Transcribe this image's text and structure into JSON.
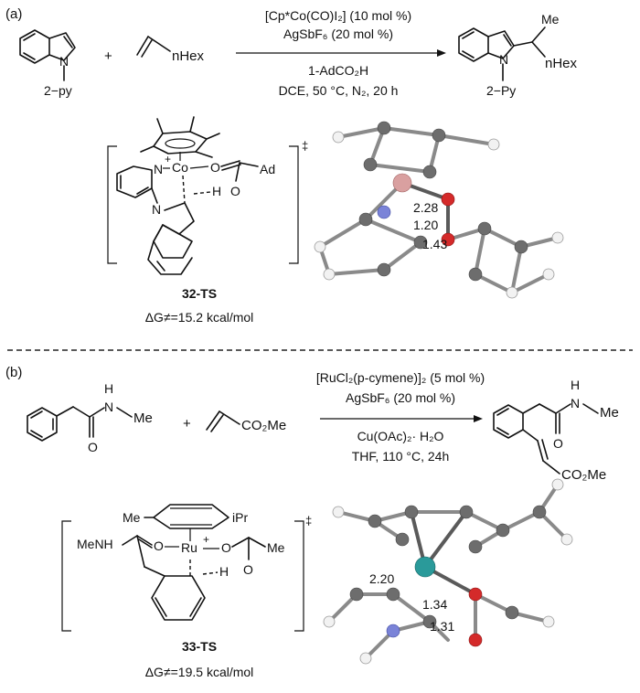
{
  "panel_a": {
    "label": "(a)",
    "reactant1_sub": "2−py",
    "reactant1_N": "N",
    "plus": "+",
    "reactant2_group": "nHex",
    "conditions_top": [
      "[Cp*Co(CO)I₂] (10 mol %)",
      "AgSbF₆ (20 mol %)"
    ],
    "conditions_bottom": [
      "1-AdCO₂H",
      "DCE, 50 °C, N₂, 20 h"
    ],
    "product_me": "Me",
    "product_hex": "nHex",
    "product_sub": "2−Py",
    "product_N": "N",
    "ts_name": "32-TS",
    "ts_dg": "ΔG≠=15.2  kcal/mol",
    "ts_atoms": {
      "N": "N",
      "Co": "Co",
      "O": "O",
      "Ad": "Ad",
      "H": "H",
      "charge": "+",
      "dagger": "‡",
      "N2": "N"
    },
    "distances": [
      "2.28",
      "1.20",
      "1.43"
    ]
  },
  "panel_b": {
    "label": "(b)",
    "amide_H": "H",
    "amide_N": "N",
    "amide_Me": "Me",
    "amide_O": "O",
    "plus": "+",
    "acrylate_group": "CO₂Me",
    "conditions_top": [
      "[RuCl₂(p-cymene)]₂ (5 mol %)",
      "AgSbF₆ (20 mol %)"
    ],
    "conditions_bottom": [
      "Cu(OAc)₂· H₂O",
      "THF, 110 °C, 24h"
    ],
    "product_H": "H",
    "product_N": "N",
    "product_Me": "Me",
    "product_O": "O",
    "product_ester": "CO₂Me",
    "ts_name": "33-TS",
    "ts_dg": "ΔG≠=19.5  kcal/mol",
    "ts_atoms": {
      "Me": "Me",
      "iPr": "iPr",
      "MeNH": "MeNH",
      "Ru": "Ru",
      "charge": "+",
      "O": "O",
      "Me2": "Me",
      "H": "H",
      "dagger": "‡"
    },
    "distances": [
      "2.20",
      "1.34",
      "1.31"
    ]
  }
}
